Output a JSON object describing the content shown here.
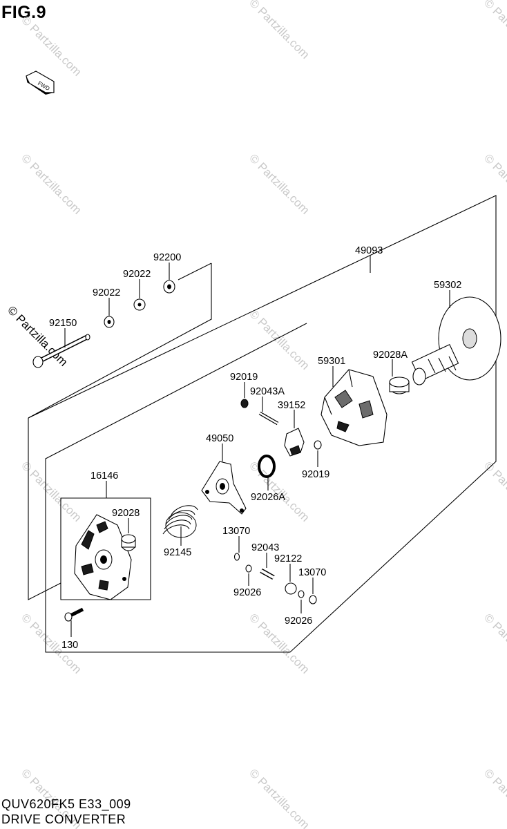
{
  "figure": {
    "title": "FIG.9",
    "model_code": "QUV620FK5 E33_009",
    "caption": "DRIVE CONVERTER",
    "fwd_label": "FWD",
    "watermark": "© Partzilla.com"
  },
  "callouts": {
    "assembly_49093": "49093",
    "group_16146": "16146",
    "p92200": "92200",
    "p92022_a": "92022",
    "p92022_b": "92022",
    "p92150": "92150",
    "p59302": "59302",
    "p59301": "59301",
    "p92028A": "92028A",
    "p92019_a": "92019",
    "p92043A": "92043A",
    "p39152": "39152",
    "p92019_b": "92019",
    "p49050": "49050",
    "p92026A": "92026A",
    "p92028": "92028",
    "p92145": "92145",
    "p13070_a": "13070",
    "p92043": "92043",
    "p92122": "92122",
    "p13070_b": "13070",
    "p92026_a": "92026",
    "p92026_b": "92026",
    "p130": "130"
  },
  "colors": {
    "line": "#000000",
    "watermark": "#c9c9c9",
    "background": "#ffffff"
  }
}
